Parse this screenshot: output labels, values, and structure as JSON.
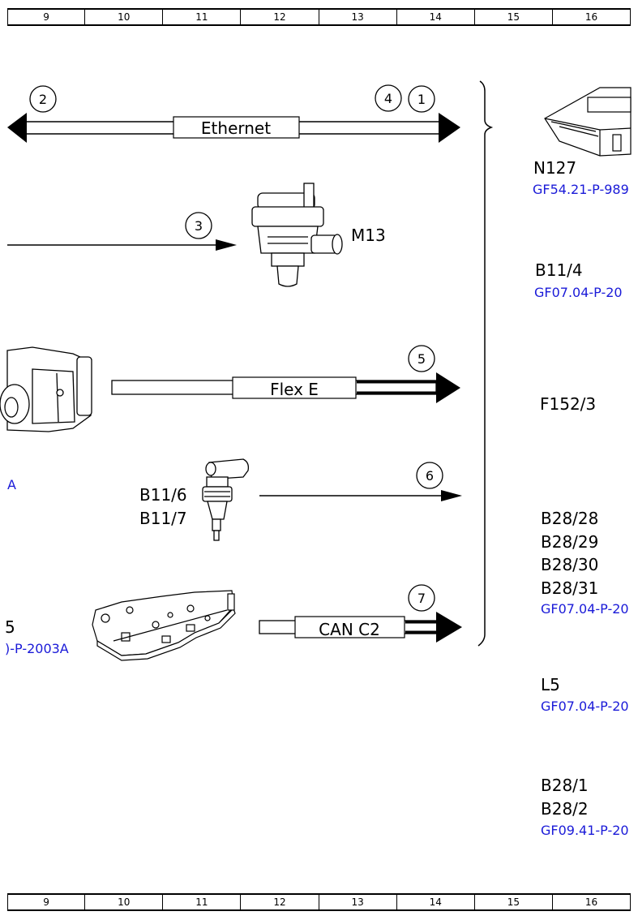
{
  "ruler": {
    "columns": [
      "9",
      "10",
      "11",
      "12",
      "13",
      "14",
      "15",
      "16"
    ]
  },
  "connections": {
    "ethernet": {
      "label": "Ethernet",
      "markers": [
        "2",
        "4",
        "1"
      ]
    },
    "m13_signal": {
      "marker": "3"
    },
    "flex_e": {
      "label": "Flex E",
      "marker": "5"
    },
    "b11_signal": {
      "marker": "6"
    },
    "can_c2": {
      "label": "CAN C2",
      "marker": "7"
    }
  },
  "left_components": {
    "m13": {
      "label": "M13"
    },
    "b11_sensors": {
      "labels": [
        "B11/6",
        "B11/7"
      ]
    },
    "partial_ref_a": {
      "text": "A"
    },
    "partial_label_5": {
      "text": "5"
    },
    "partial_ref_2003a": {
      "text": ")-P-2003A"
    }
  },
  "right_components": {
    "n127": {
      "label": "N127",
      "ref": "GF54.21-P-989"
    },
    "b11_4": {
      "label": "B11/4",
      "ref": "GF07.04-P-20"
    },
    "f152_3": {
      "label": "F152/3"
    },
    "b28_group": {
      "labels": [
        "B28/28",
        "B28/29",
        "B28/30",
        "B28/31"
      ],
      "ref": "GF07.04-P-20"
    },
    "l5": {
      "label": "L5",
      "ref": "GF07.04-P-20"
    },
    "b28_1_2": {
      "labels": [
        "B28/1",
        "B28/2"
      ],
      "ref": "GF09.41-P-20"
    }
  },
  "colors": {
    "line": "#000000",
    "reference_link": "#1a1ad8"
  }
}
